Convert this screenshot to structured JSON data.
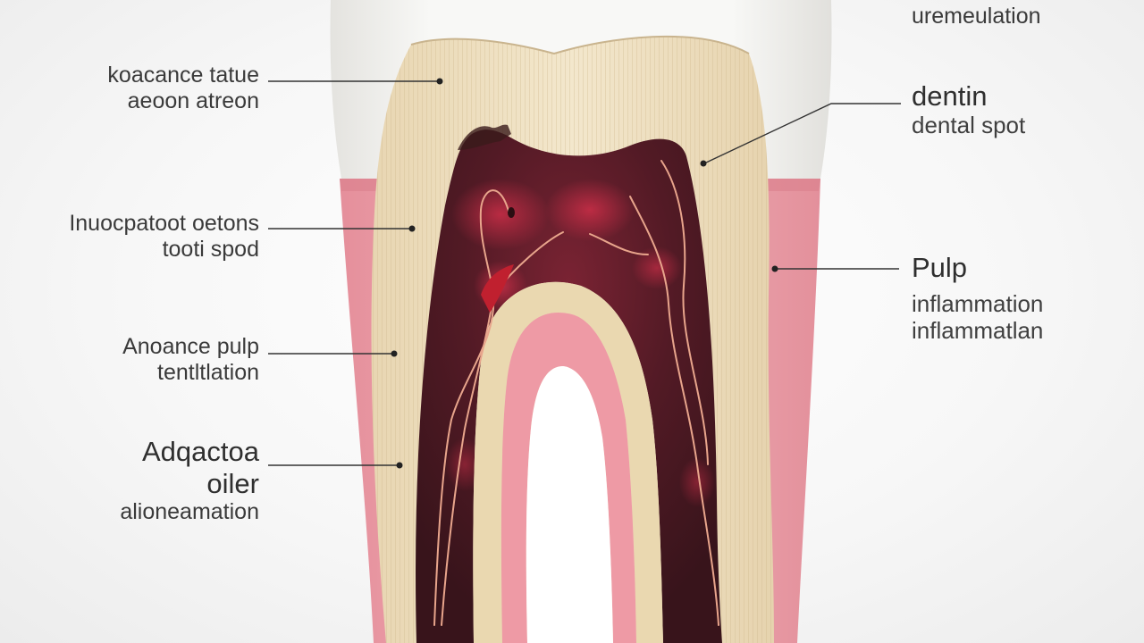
{
  "colors": {
    "enamel": "#f3f2ee",
    "dentin": "#efe1c3",
    "gum": "#eca3ac",
    "pulp": "#4a1a22",
    "inflamed": "#c83048",
    "nerve": "#e8a58c",
    "leader": "#333333"
  },
  "labels_left": [
    {
      "line1": "koacance tatue",
      "line2": "aeoon atreon"
    },
    {
      "line1": "Inuocpatoot oetons",
      "line2": "tooti spod"
    },
    {
      "line1": "Anoance pulp",
      "line2": "tentltlation"
    },
    {
      "line1": "Adqactoa",
      "line2": "oiler",
      "line3": "alioneamation"
    }
  ],
  "labels_right": [
    {
      "line1": "uremeulation"
    },
    {
      "title": "dentin",
      "sub": "dental spot"
    },
    {
      "title": "Pulp",
      "sub1": "inflammation",
      "sub2": "inflammatlan"
    }
  ]
}
